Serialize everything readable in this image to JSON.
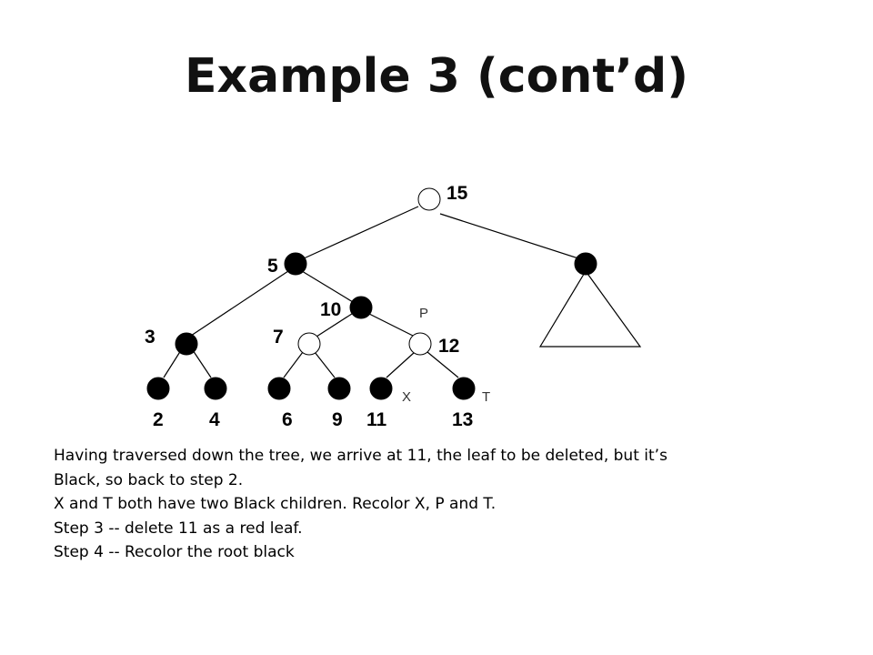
{
  "slide": {
    "title": "Example 3 (cont’d)"
  },
  "tree": {
    "nodes": [
      {
        "id": "n15",
        "key": "15",
        "color": "white"
      },
      {
        "id": "n5",
        "key": "5",
        "color": "black"
      },
      {
        "id": "nR",
        "key": "",
        "color": "black"
      },
      {
        "id": "n3",
        "key": "3",
        "color": "black"
      },
      {
        "id": "n10",
        "key": "10",
        "color": "black"
      },
      {
        "id": "n7",
        "key": "7",
        "color": "white"
      },
      {
        "id": "n12",
        "key": "12",
        "color": "white"
      },
      {
        "id": "n2",
        "key": "2",
        "color": "black"
      },
      {
        "id": "n4",
        "key": "4",
        "color": "black"
      },
      {
        "id": "n6",
        "key": "6",
        "color": "black"
      },
      {
        "id": "n9",
        "key": "9",
        "color": "black"
      },
      {
        "id": "n11",
        "key": "11",
        "color": "black"
      },
      {
        "id": "n13",
        "key": "13",
        "color": "black"
      }
    ],
    "markers": {
      "p": "P",
      "x": "X",
      "t": "T"
    },
    "colors": {
      "black_node": "#000000",
      "white_node": "#ffffff",
      "edge": "#000000"
    }
  },
  "body": {
    "lines": [
      "Having traversed down the tree, we arrive at 11, the leaf to be deleted, but it’s",
      "Black, so back to step 2.",
      "X and T both have two Black children.  Recolor X, P and T.",
      "Step 3 -- delete 11 as a red leaf.",
      "Step 4 -- Recolor the root black"
    ]
  }
}
